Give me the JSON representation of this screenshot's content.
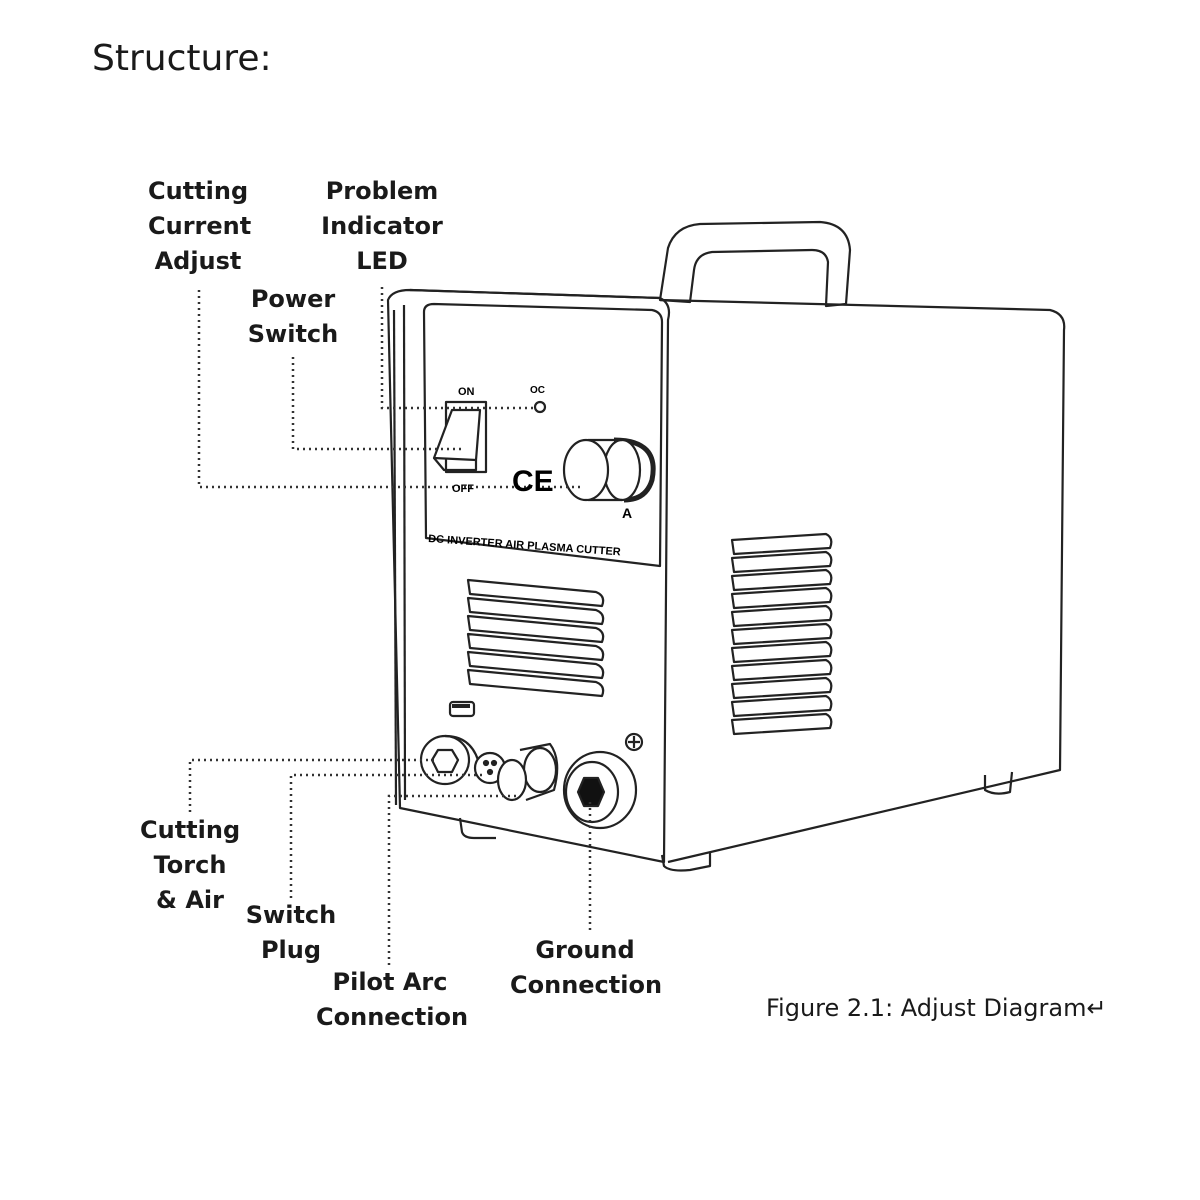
{
  "heading": "Structure:",
  "labels": {
    "cutting_current_adjust": "Cutting\nCurrent\nAdjust",
    "problem_indicator_led": "Problem\nIndicator\nLED",
    "power_switch": "Power\nSwitch",
    "cutting_torch_air": "Cutting\nTorch\n& Air",
    "switch_plug": "Switch\nPlug",
    "pilot_arc_connection": "Pilot Arc\nConnection",
    "ground_connection": "Ground\nConnection"
  },
  "panel_text": {
    "on": "ON",
    "off": "OFF",
    "oc": "OC",
    "ce_mark": "CE",
    "amp_unit": "A",
    "product_name": "DC INVERTER AIR PLASMA CUTTER",
    "positive_symbol": "+"
  },
  "caption": "Figure 2.1: Adjust Diagram↵"
}
